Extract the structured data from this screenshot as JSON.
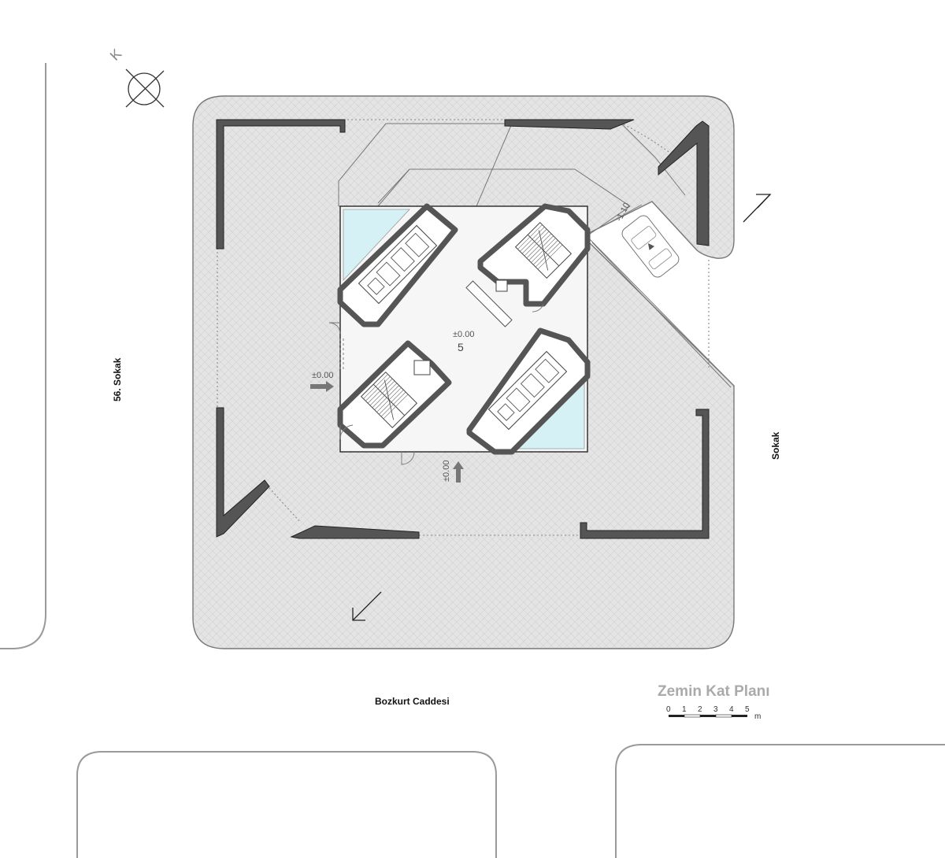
{
  "streets": {
    "left": "56. Sokak",
    "right": "Sokak",
    "bottom": "Bozkurt Caddesi"
  },
  "levels": {
    "center": "±0.00",
    "west_entry": "±0.00",
    "south_entry": "±0.00",
    "ramp": "-1.10"
  },
  "room_number": "5",
  "north_label": "K",
  "title": "Zemin Kat Planı",
  "scale": {
    "ticks": [
      "0",
      "1",
      "2",
      "3",
      "4",
      "5"
    ],
    "unit": "m"
  },
  "colors": {
    "wall": "#555555",
    "pavement": "#e6e6e6",
    "pool": "#d6f1f6",
    "floor": "#f6f6f6",
    "street_line": "#9a9a9a"
  }
}
